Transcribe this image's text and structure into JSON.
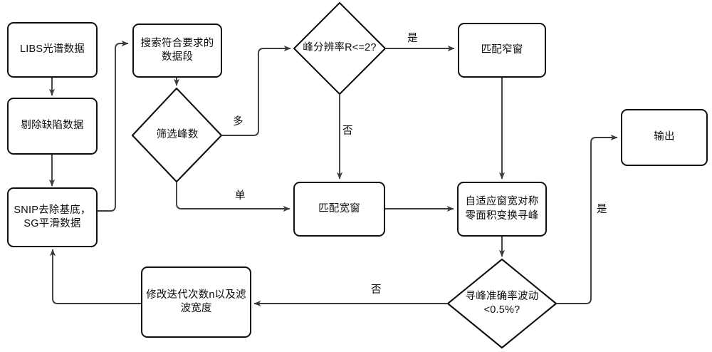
{
  "diagram": {
    "title": "LIBS spectral peak-finding flowchart",
    "colors": {
      "stroke": "#101010",
      "edge": "#3c3c3c",
      "fill": "#ffffff",
      "text": "#0d0d0d"
    },
    "nodes": [
      {
        "id": "libs",
        "type": "process",
        "label": "LIBS光谱数据"
      },
      {
        "id": "defect",
        "type": "process",
        "label": "剔除缺陷数据"
      },
      {
        "id": "snip",
        "type": "process",
        "label": "SNIP去除基底，\nSG平滑数据"
      },
      {
        "id": "search",
        "type": "process",
        "label": "搜索符合要求的数据段"
      },
      {
        "id": "peakcount",
        "type": "decision",
        "label": "筛选峰数"
      },
      {
        "id": "resolution",
        "type": "decision",
        "label": "峰分辨率R<=2?"
      },
      {
        "id": "narrow",
        "type": "process",
        "label": "匹配窄窗"
      },
      {
        "id": "wide",
        "type": "process",
        "label": "匹配宽窗"
      },
      {
        "id": "adaptive",
        "type": "process",
        "label": "自适应窗宽对称零面积变换寻峰"
      },
      {
        "id": "accuracy",
        "type": "decision",
        "label": "寻峰准确率波动\n<0.5%?"
      },
      {
        "id": "modify",
        "type": "process",
        "label": "修改迭代次数n以及滤波宽度"
      },
      {
        "id": "output",
        "type": "process",
        "label": "输出"
      }
    ],
    "edge_labels": [
      {
        "id": "many",
        "label": "多"
      },
      {
        "id": "single",
        "label": "单"
      },
      {
        "id": "yes-top",
        "label": "是"
      },
      {
        "id": "no-top",
        "label": "否"
      },
      {
        "id": "no-bottom",
        "label": "否"
      },
      {
        "id": "yes-right",
        "label": "是"
      }
    ]
  }
}
